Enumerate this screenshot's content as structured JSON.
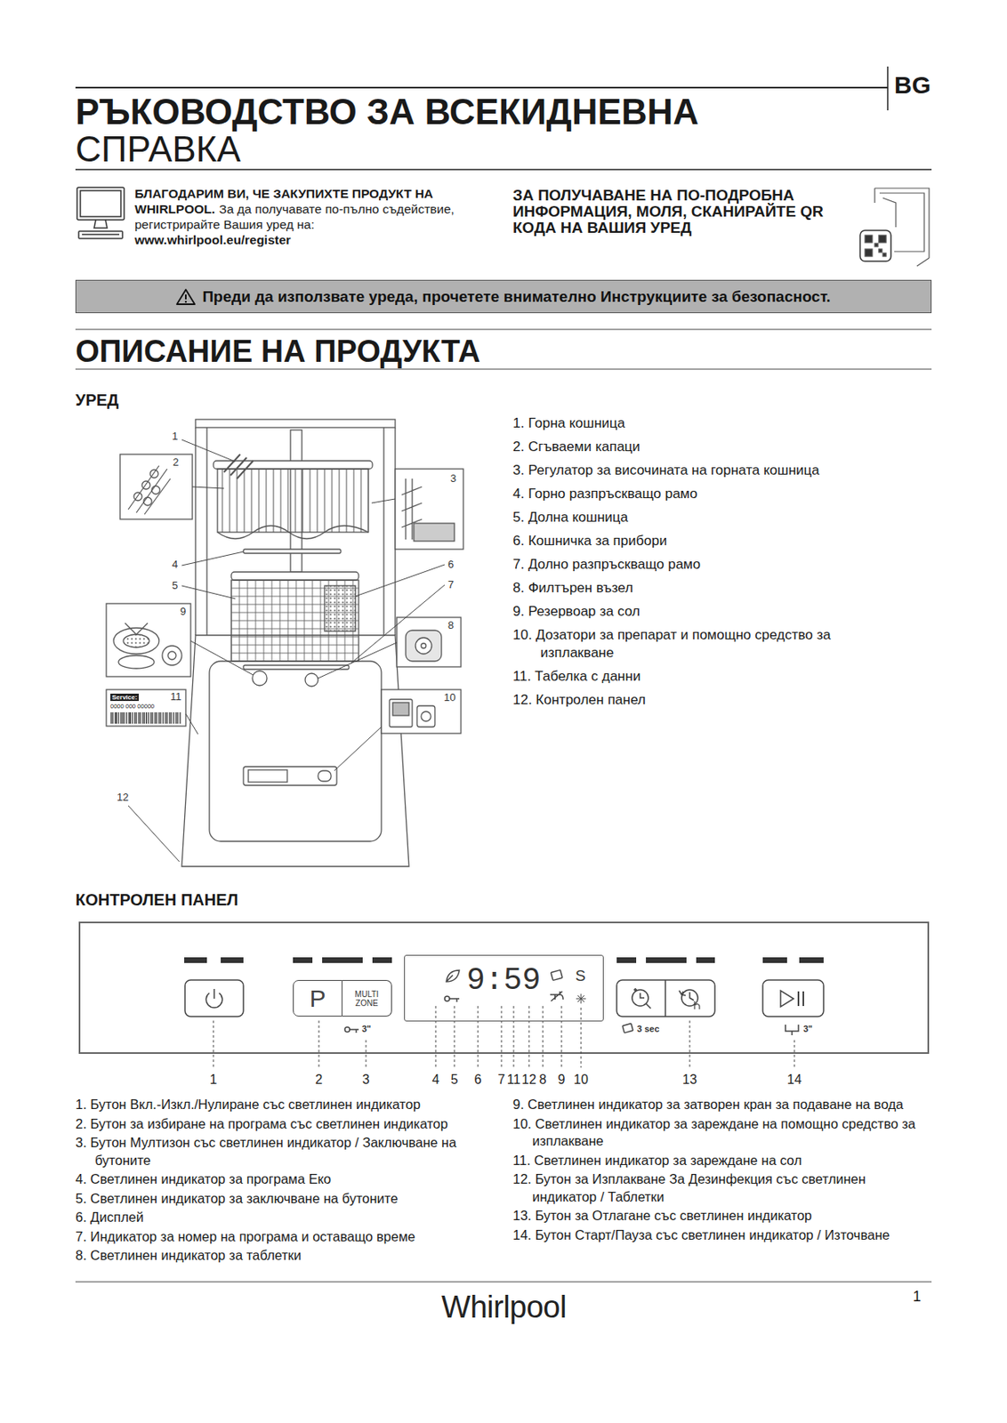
{
  "diagram": {
    "title": "РЪКОВОДСТВО ЗА ВСЕКИДНЕВНА",
    "nodes": [
      {
        "text": [
          "Преди да използвате уреда, прочетете внимателно Инструкциите за безопасност."
        ]
      },
      {
        "text": [
          "P"
        ]
      },
      {
        "text": [
          "MULTI ZONE"
        ]
      },
      {
        "text": [
          "9:59",
          "S"
        ]
      }
    ],
    "labels": [
      "BG",
      "СПРАВКА",
      "БЛАГОДАРИМ ВИ, ЧЕ ЗАКУПИХТЕ ПРОДУКТ НА",
      "WHIRLPOOL.",
      "За да получавате по-пълно съдействие,",
      "регистрирайте Вашия уред на:",
      "www.whirlpool.eu/register",
      "ЗА ПОЛУЧАВАНЕ НА ПО-ПОДРОБНА ИНФОРМАЦИЯ, МОЛЯ, СКАНИРАЙТЕ QR КОДА НА ВАШИЯ УРЕД",
      "ОПИСАНИЕ НА ПРОДУКТА",
      "УРЕД",
      "1. Горна кошница",
      "2. Сгъваеми капаци",
      "3. Регулатор за височината на горната кошница",
      "4. Горно разпръскващо рамо",
      "5. Долна кошница",
      "6. Кошничка за прибори",
      "7. Долно разпръскващо рамо",
      "8. Филтърен възел",
      "9. Резервоар за сол",
      "10. Дозатори за препарат и помощно средство за изплакване",
      "11. Табелка с данни",
      "12. Контролен панел",
      "1",
      "2",
      "3",
      "4",
      "5",
      "6",
      "7",
      "8",
      "9",
      "10",
      "11",
      "12",
      "Service:",
      "0000 000 00000",
      "КОНТРОЛЕН ПАНЕЛ",
      "3\"",
      "3 sec",
      "3\"",
      "1",
      "2",
      "3",
      "4",
      "5",
      "6",
      "7",
      "11",
      "12",
      "8",
      "9",
      "10",
      "13",
      "14",
      "1. Бутон Вкл.-Изкл./Нулиране със светлинен индикатор",
      "2. Бутон за избиране на програма със светлинен индикатор",
      "3. Бутон Мултизон със светлинен индикатор / Заключване на бутоните",
      "4. Светлинен индикатор за програма Еко",
      "5. Светлинен индикатор за заключване на бутоните",
      "6. Дисплей",
      "7. Индикатор за номер на програма и оставащо време",
      "8. Светлинен индикатор за таблетки",
      "9. Светлинен индикатор за затворен кран за подаване на вода",
      "10. Светлинен индикатор за зареждане на помощно средство за изплакване",
      "11. Светлинен индикатор за зареждане на сол",
      "12. Бутон за Изплакване За Дезинфекция със светлинен индикатор / Таблетки",
      "13. Бутон за Отлагане със светлинен индикатор",
      "14. Бутон Старт/Пауза със светлинен индикатор / Източване",
      "Whirlpool",
      "1"
    ]
  }
}
